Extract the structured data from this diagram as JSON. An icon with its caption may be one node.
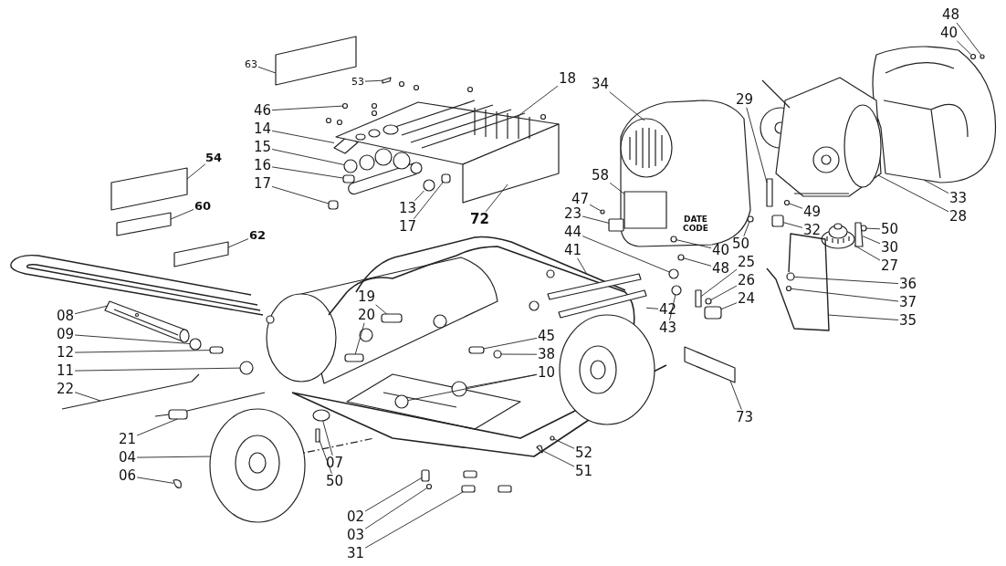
{
  "diagram": {
    "nodes": [
      {
        "text": [
          "63"
        ]
      },
      {
        "text": [
          "53"
        ]
      },
      {
        "text": [
          "46"
        ]
      },
      {
        "text": [
          "14"
        ]
      },
      {
        "text": [
          "15"
        ]
      },
      {
        "text": [
          "16"
        ]
      },
      {
        "text": [
          "17"
        ]
      },
      {
        "text": [
          "54"
        ]
      },
      {
        "text": [
          "60"
        ]
      },
      {
        "text": [
          "62"
        ]
      },
      {
        "text": [
          "13"
        ]
      },
      {
        "text": [
          "17"
        ]
      },
      {
        "text": [
          "18"
        ]
      },
      {
        "text": [
          "72"
        ]
      },
      {
        "text": [
          "34"
        ]
      },
      {
        "text": [
          "58"
        ]
      },
      {
        "text": [
          "47"
        ]
      },
      {
        "text": [
          "23"
        ]
      },
      {
        "text": [
          "44"
        ]
      },
      {
        "text": [
          "41"
        ]
      },
      {
        "text": [
          "19"
        ]
      },
      {
        "text": [
          "20"
        ]
      },
      {
        "text": [
          "45"
        ]
      },
      {
        "text": [
          "38"
        ]
      },
      {
        "text": [
          "10"
        ]
      },
      {
        "text": [
          "42"
        ]
      },
      {
        "text": [
          "43"
        ]
      },
      {
        "text": [
          "29"
        ]
      },
      {
        "text": [
          "48"
        ]
      },
      {
        "text": [
          "40"
        ]
      },
      {
        "text": [
          "33"
        ]
      },
      {
        "text": [
          "28"
        ]
      },
      {
        "text": [
          "49"
        ]
      },
      {
        "text": [
          "32"
        ]
      },
      {
        "text": [
          "40"
        ]
      },
      {
        "text": [
          "48"
        ]
      },
      {
        "text": [
          "50"
        ]
      },
      {
        "text": [
          "50"
        ]
      },
      {
        "text": [
          "30"
        ]
      },
      {
        "text": [
          "27"
        ]
      },
      {
        "text": [
          "25"
        ]
      },
      {
        "text": [
          "26"
        ]
      },
      {
        "text": [
          "24"
        ]
      },
      {
        "text": [
          "36"
        ]
      },
      {
        "text": [
          "37"
        ]
      },
      {
        "text": [
          "35"
        ]
      },
      {
        "text": [
          "73"
        ]
      },
      {
        "text": [
          "08"
        ]
      },
      {
        "text": [
          "09"
        ]
      },
      {
        "text": [
          "12"
        ]
      },
      {
        "text": [
          "11"
        ]
      },
      {
        "text": [
          "22"
        ]
      },
      {
        "text": [
          "21"
        ]
      },
      {
        "text": [
          "04"
        ]
      },
      {
        "text": [
          "06"
        ]
      },
      {
        "text": [
          "07"
        ]
      },
      {
        "text": [
          "50"
        ]
      },
      {
        "text": [
          "52"
        ]
      },
      {
        "text": [
          "51"
        ]
      },
      {
        "text": [
          "02"
        ]
      },
      {
        "text": [
          "03"
        ]
      },
      {
        "text": [
          "31"
        ]
      },
      {
        "text": [],
        "shape": "box"
      },
      {
        "text": [],
        "shape": "box"
      },
      {
        "text": [],
        "shape": "box"
      },
      {
        "text": [],
        "shape": "box"
      },
      {
        "text": [],
        "shape": "box"
      },
      {
        "text": [],
        "shape": "box"
      },
      {
        "text": [],
        "shape": "circle"
      },
      {
        "text": [],
        "shape": "box"
      },
      {
        "text": [],
        "shape": "circle"
      },
      {
        "text": [],
        "shape": "box"
      },
      {
        "text": [],
        "shape": "box"
      },
      {
        "text": [],
        "shape": "circle"
      },
      {
        "text": [],
        "shape": "box"
      },
      {
        "text": [],
        "shape": "picture"
      },
      {
        "text": [],
        "shape": "picture"
      },
      {
        "text": [],
        "shape": "box",
        "in": 76
      },
      {
        "text": [],
        "shape": "circle"
      },
      {
        "text": [],
        "shape": "box"
      },
      {
        "text": [],
        "shape": "circle"
      },
      {
        "text": [],
        "shape": "box"
      },
      {
        "text": [],
        "shape": "box"
      },
      {
        "text": [],
        "shape": "circle"
      },
      {
        "text": [],
        "shape": "box"
      },
      {
        "text": [],
        "shape": "box"
      },
      {
        "text": [],
        "shape": "box"
      },
      {
        "text": [],
        "shape": "circle"
      },
      {
        "text": [],
        "shape": "circle"
      },
      {
        "text": [],
        "shape": "circle"
      },
      {
        "text": [],
        "shape": "box"
      },
      {
        "text": [],
        "shape": "circle"
      },
      {
        "text": [],
        "shape": "circle"
      },
      {
        "text": [],
        "shape": "picture"
      },
      {
        "text": [],
        "shape": "picture"
      },
      {
        "text": [],
        "shape": "circle"
      },
      {
        "text": [],
        "shape": "box"
      },
      {
        "text": [],
        "shape": "circle",
        "in": 76
      },
      {
        "text": [],
        "shape": "circle"
      },
      {
        "text": [],
        "shape": "circle"
      },
      {
        "text": [],
        "shape": "circle"
      },
      {
        "text": [],
        "shape": "box"
      },
      {
        "text": [],
        "shape": "picture"
      },
      {
        "text": [],
        "shape": "box"
      },
      {
        "text": [],
        "shape": "circle"
      },
      {
        "text": [],
        "shape": "box"
      },
      {
        "text": [],
        "shape": "circle",
        "in": 108
      },
      {
        "text": [],
        "shape": "circle",
        "in": 108
      },
      {
        "text": [],
        "shape": "picture"
      },
      {
        "text": [],
        "shape": "picture"
      },
      {
        "text": [],
        "shape": "circle"
      },
      {
        "text": [],
        "shape": "box"
      },
      {
        "text": [],
        "shape": "circle"
      },
      {
        "text": [],
        "shape": "picture"
      },
      {
        "text": [],
        "shape": "picture"
      },
      {
        "text": [],
        "shape": "picture"
      },
      {
        "text": [],
        "shape": "picture"
      },
      {
        "text": [],
        "shape": "circle"
      },
      {
        "text": [],
        "shape": "box"
      },
      {
        "text": [],
        "shape": "circle"
      },
      {
        "text": [],
        "shape": "picture"
      },
      {
        "text": [],
        "shape": "box"
      },
      {
        "text": [],
        "shape": "circle"
      },
      {
        "text": [],
        "shape": "box"
      }
    ],
    "edges": [
      {
        "from": 0,
        "to": 62,
        "arrow": "none"
      },
      {
        "from": 1,
        "to": 67,
        "arrow": "none"
      },
      {
        "from": 2,
        "to": 68,
        "arrow": "none"
      },
      {
        "from": 3,
        "to": 69,
        "arrow": "none"
      },
      {
        "from": 4,
        "to": 70,
        "arrow": "none"
      },
      {
        "from": 5,
        "to": 71,
        "arrow": "none"
      },
      {
        "from": 6,
        "to": 72,
        "arrow": "none"
      },
      {
        "from": 7,
        "to": 63,
        "arrow": "none"
      },
      {
        "from": 8,
        "to": 64,
        "arrow": "none"
      },
      {
        "from": 9,
        "to": 65,
        "arrow": "none"
      },
      {
        "from": 10,
        "to": 73,
        "arrow": "none"
      },
      {
        "from": 11,
        "to": 74,
        "arrow": "none"
      },
      {
        "from": 12,
        "to": 75,
        "arrow": "none"
      },
      {
        "from": 13,
        "to": 75,
        "arrow": "none"
      },
      {
        "from": 14,
        "to": 76,
        "arrow": "none"
      },
      {
        "from": 15,
        "to": 77,
        "arrow": "none"
      },
      {
        "from": 16,
        "to": 78,
        "arrow": "none"
      },
      {
        "from": 17,
        "to": 79,
        "arrow": "none"
      },
      {
        "from": 18,
        "to": 80,
        "arrow": "none"
      },
      {
        "from": 19,
        "to": 81,
        "arrow": "none"
      },
      {
        "from": 20,
        "to": 84,
        "arrow": "none"
      },
      {
        "from": 21,
        "to": 85,
        "arrow": "none"
      },
      {
        "from": 22,
        "to": 86,
        "arrow": "none"
      },
      {
        "from": 23,
        "to": 87,
        "arrow": "none"
      },
      {
        "from": 24,
        "to": 88,
        "arrow": "none"
      },
      {
        "from": 25,
        "to": 82,
        "arrow": "none"
      },
      {
        "from": 26,
        "to": 83,
        "arrow": "none"
      },
      {
        "from": 27,
        "to": 90,
        "arrow": "none"
      },
      {
        "from": 28,
        "to": 91,
        "arrow": "none"
      },
      {
        "from": 29,
        "to": 92,
        "arrow": "none"
      },
      {
        "from": 30,
        "to": 93,
        "arrow": "none"
      },
      {
        "from": 31,
        "to": 94,
        "arrow": "none"
      },
      {
        "from": 32,
        "to": 95,
        "arrow": "none"
      },
      {
        "from": 33,
        "to": 96,
        "arrow": "none"
      },
      {
        "from": 34,
        "to": 97,
        "arrow": "none"
      },
      {
        "from": 35,
        "to": 98,
        "arrow": "none"
      },
      {
        "from": 36,
        "to": 99,
        "arrow": "none"
      },
      {
        "from": 37,
        "to": 100,
        "arrow": "none"
      },
      {
        "from": 38,
        "to": 101,
        "arrow": "none"
      },
      {
        "from": 39,
        "to": 102,
        "arrow": "none"
      },
      {
        "from": 40,
        "to": 103,
        "arrow": "none"
      },
      {
        "from": 41,
        "to": 104,
        "arrow": "none"
      },
      {
        "from": 42,
        "to": 105,
        "arrow": "none"
      },
      {
        "from": 43,
        "to": 106,
        "arrow": "none"
      },
      {
        "from": 44,
        "to": 107,
        "arrow": "none"
      },
      {
        "from": 45,
        "to": 108,
        "arrow": "none"
      },
      {
        "from": 46,
        "to": 66,
        "arrow": "none"
      },
      {
        "from": 47,
        "to": 109,
        "arrow": "none"
      },
      {
        "from": 48,
        "to": 110,
        "arrow": "none"
      },
      {
        "from": 49,
        "to": 111,
        "arrow": "none"
      },
      {
        "from": 50,
        "to": 112,
        "arrow": "none"
      },
      {
        "from": 51,
        "to": 113,
        "arrow": "none"
      },
      {
        "from": 52,
        "to": 114,
        "arrow": "none"
      },
      {
        "from": 53,
        "to": 115,
        "arrow": "none"
      },
      {
        "from": 54,
        "to": 116,
        "arrow": "none"
      },
      {
        "from": 55,
        "to": 117,
        "arrow": "none"
      },
      {
        "from": 56,
        "to": 118,
        "arrow": "none"
      },
      {
        "from": 57,
        "to": 119,
        "arrow": "none"
      },
      {
        "from": 58,
        "to": 120,
        "arrow": "none"
      },
      {
        "from": 59,
        "to": 121,
        "arrow": "none"
      },
      {
        "from": 60,
        "to": 122,
        "arrow": "none"
      },
      {
        "from": 61,
        "to": 123,
        "arrow": "none"
      },
      {
        "from": 24,
        "to": 89,
        "arrow": "none"
      }
    ],
    "labels": [
      "DATE CODE"
    ]
  }
}
